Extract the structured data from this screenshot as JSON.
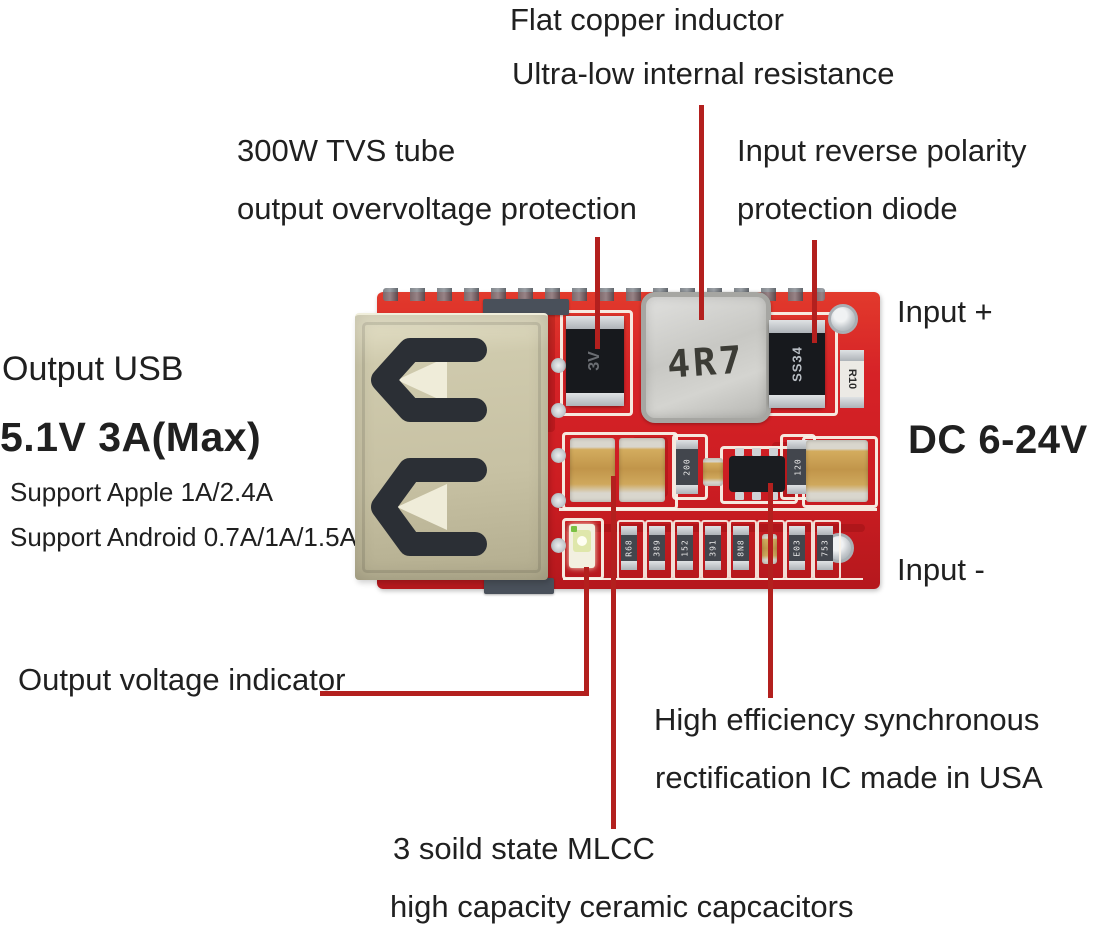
{
  "annotations": {
    "inductor": {
      "line1": "Flat copper inductor",
      "line2": "Ultra-low internal resistance"
    },
    "tvs": {
      "line1": "300W TVS tube",
      "line2": "output overvoltage protection"
    },
    "reverse_diode": {
      "line1": "Input reverse polarity",
      "line2": "protection diode"
    },
    "input_plus": "Input +",
    "dc_range": "DC 6-24V",
    "input_minus": "Input -",
    "output": {
      "title": "Output USB",
      "spec": "5.1V 3A(Max)",
      "apple": "Support Apple 1A/2.4A",
      "android": "Support Android 0.7A/1A/1.5A"
    },
    "led": "Output voltage indicator",
    "ic": {
      "line1": "High efficiency synchronous",
      "line2": "rectification IC made in USA"
    },
    "mlcc": {
      "line1": "3 soild state MLCC",
      "line2": "high capacity ceramic capcacitors"
    }
  },
  "board_markings": {
    "inductor": "4R7",
    "schottky_diode": "SS34",
    "tvs_diode": "3V",
    "resistor_r10": "R10",
    "resistor_200": "200",
    "resistor_120": "120",
    "bottom_row": [
      "R68",
      "389",
      "152",
      "391",
      "8N8",
      "E03",
      "753"
    ]
  },
  "colors": {
    "background": "#ffffff",
    "callout_line": "#b3201e",
    "pcb_red": "#d62227",
    "annotation_text": "#202020",
    "usb_shell": "#c9c3a6",
    "inductor_body": "#c9c9c5",
    "silkscreen": "#f6f1e7",
    "capacitor_tan": "#c79f52"
  }
}
